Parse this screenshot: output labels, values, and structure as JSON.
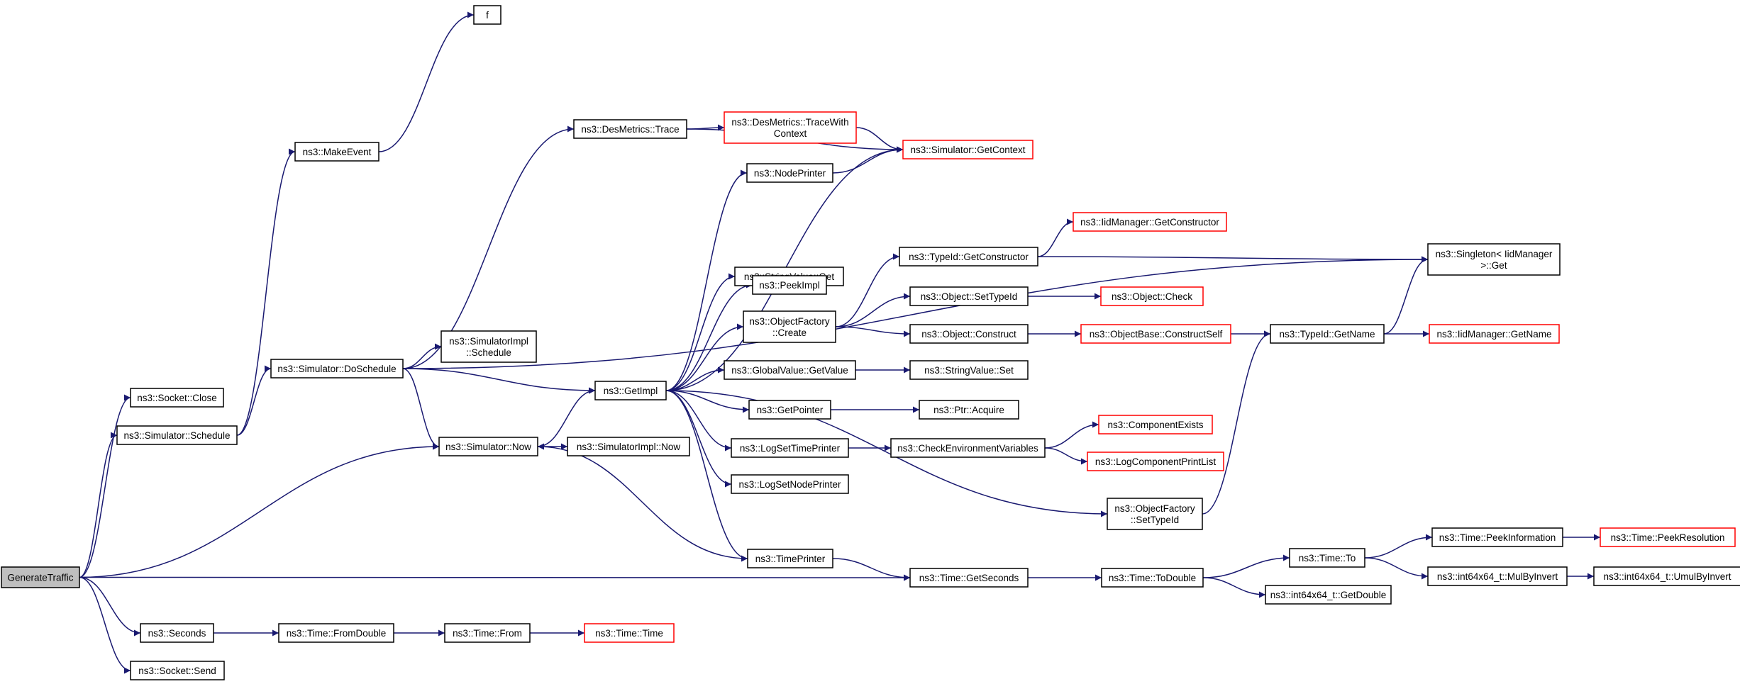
{
  "colors": {
    "edge": "#191970",
    "red_border": "#ff0000",
    "root_fill": "#bfbfbf"
  },
  "nodes": {
    "generatetraffic": {
      "lines": [
        "GenerateTraffic"
      ],
      "style": "root"
    },
    "socket_close": {
      "lines": [
        "ns3::Socket::Close"
      ],
      "style": "normal"
    },
    "sim_schedule": {
      "lines": [
        "ns3::Simulator::Schedule"
      ],
      "style": "normal"
    },
    "seconds": {
      "lines": [
        "ns3::Seconds"
      ],
      "style": "normal"
    },
    "socket_send": {
      "lines": [
        "ns3::Socket::Send"
      ],
      "style": "normal"
    },
    "makeevent": {
      "lines": [
        "ns3::MakeEvent"
      ],
      "style": "normal"
    },
    "f": {
      "lines": [
        "f"
      ],
      "style": "normal"
    },
    "doschedule": {
      "lines": [
        "ns3::Simulator::DoSchedule"
      ],
      "style": "normal"
    },
    "simimpl_schedule": {
      "lines": [
        "ns3::SimulatorImpl",
        "::Schedule"
      ],
      "style": "normal"
    },
    "sim_now": {
      "lines": [
        "ns3::Simulator::Now"
      ],
      "style": "normal"
    },
    "simimpl_now": {
      "lines": [
        "ns3::SimulatorImpl::Now"
      ],
      "style": "normal"
    },
    "desmetrics_trace": {
      "lines": [
        "ns3::DesMetrics::Trace"
      ],
      "style": "normal"
    },
    "tracewithcontext": {
      "lines": [
        "ns3::DesMetrics::TraceWith",
        "Context"
      ],
      "style": "red"
    },
    "getcontext": {
      "lines": [
        "ns3::Simulator::GetContext"
      ],
      "style": "red"
    },
    "nodeprinter": {
      "lines": [
        "ns3::NodePrinter"
      ],
      "style": "normal"
    },
    "getimpl": {
      "lines": [
        "ns3::GetImpl"
      ],
      "style": "normal"
    },
    "stringvalue_get": {
      "lines": [
        "ns3::StringValue::Get"
      ],
      "style": "normal"
    },
    "peekimpl": {
      "lines": [
        "ns3::PeekImpl"
      ],
      "style": "normal"
    },
    "objfactory_create": {
      "lines": [
        "ns3::ObjectFactory",
        "::Create"
      ],
      "style": "normal"
    },
    "globalvalue_getvalue": {
      "lines": [
        "ns3::GlobalValue::GetValue"
      ],
      "style": "normal"
    },
    "getpointer": {
      "lines": [
        "ns3::GetPointer"
      ],
      "style": "normal"
    },
    "logsettimeprinter": {
      "lines": [
        "ns3::LogSetTimePrinter"
      ],
      "style": "normal"
    },
    "logsetnodeprinter": {
      "lines": [
        "ns3::LogSetNodePrinter"
      ],
      "style": "normal"
    },
    "timeprinter": {
      "lines": [
        "ns3::TimePrinter"
      ],
      "style": "normal"
    },
    "typeid_getconstructor": {
      "lines": [
        "ns3::TypeId::GetConstructor"
      ],
      "style": "normal"
    },
    "iidmanager_getconstructor": {
      "lines": [
        "ns3::IidManager::GetConstructor"
      ],
      "style": "red"
    },
    "object_settypeid": {
      "lines": [
        "ns3::Object::SetTypeId"
      ],
      "style": "normal"
    },
    "object_check": {
      "lines": [
        "ns3::Object::Check"
      ],
      "style": "red"
    },
    "object_construct": {
      "lines": [
        "ns3::Object::Construct"
      ],
      "style": "normal"
    },
    "constructself": {
      "lines": [
        "ns3::ObjectBase::ConstructSelf"
      ],
      "style": "red"
    },
    "typeid_getname": {
      "lines": [
        "ns3::TypeId::GetName"
      ],
      "style": "normal"
    },
    "iidmanager_getname": {
      "lines": [
        "ns3::IidManager::GetName"
      ],
      "style": "red"
    },
    "singleton_get": {
      "lines": [
        "ns3::Singleton< IidManager",
        ">::Get"
      ],
      "style": "normal"
    },
    "stringvalue_set": {
      "lines": [
        "ns3::StringValue::Set"
      ],
      "style": "normal"
    },
    "ptr_acquire": {
      "lines": [
        "ns3::Ptr::Acquire"
      ],
      "style": "normal"
    },
    "checkenv": {
      "lines": [
        "ns3::CheckEnvironmentVariables"
      ],
      "style": "normal"
    },
    "componentexists": {
      "lines": [
        "ns3::ComponentExists"
      ],
      "style": "red"
    },
    "logcomponentprintlist": {
      "lines": [
        "ns3::LogComponentPrintList"
      ],
      "style": "red"
    },
    "objfactory_settypeid": {
      "lines": [
        "ns3::ObjectFactory",
        "::SetTypeId"
      ],
      "style": "normal"
    },
    "time_getseconds": {
      "lines": [
        "ns3::Time::GetSeconds"
      ],
      "style": "normal"
    },
    "time_todouble": {
      "lines": [
        "ns3::Time::ToDouble"
      ],
      "style": "normal"
    },
    "time_to": {
      "lines": [
        "ns3::Time::To"
      ],
      "style": "normal"
    },
    "int64_getdouble": {
      "lines": [
        "ns3::int64x64_t::GetDouble"
      ],
      "style": "normal"
    },
    "peekinformation": {
      "lines": [
        "ns3::Time::PeekInformation"
      ],
      "style": "normal"
    },
    "peekresolution": {
      "lines": [
        "ns3::Time::PeekResolution"
      ],
      "style": "red"
    },
    "mulbyinvert": {
      "lines": [
        "ns3::int64x64_t::MulByInvert"
      ],
      "style": "normal"
    },
    "umulbyinvert": {
      "lines": [
        "ns3::int64x64_t::UmulByInvert"
      ],
      "style": "normal"
    },
    "time_fromdouble": {
      "lines": [
        "ns3::Time::FromDouble"
      ],
      "style": "normal"
    },
    "time_from": {
      "lines": [
        "ns3::Time::From"
      ],
      "style": "normal"
    },
    "time_time": {
      "lines": [
        "ns3::Time::Time"
      ],
      "style": "red"
    }
  },
  "edges": [
    [
      "generatetraffic",
      "socket_close"
    ],
    [
      "generatetraffic",
      "sim_schedule"
    ],
    [
      "generatetraffic",
      "sim_now"
    ],
    [
      "generatetraffic",
      "time_getseconds"
    ],
    [
      "generatetraffic",
      "seconds"
    ],
    [
      "generatetraffic",
      "socket_send"
    ],
    [
      "sim_schedule",
      "makeevent"
    ],
    [
      "sim_schedule",
      "doschedule"
    ],
    [
      "makeevent",
      "f"
    ],
    [
      "doschedule",
      "simimpl_schedule"
    ],
    [
      "doschedule",
      "sim_now"
    ],
    [
      "doschedule",
      "getimpl"
    ],
    [
      "doschedule",
      "desmetrics_trace"
    ],
    [
      "doschedule",
      "singleton_get"
    ],
    [
      "sim_now",
      "simimpl_now"
    ],
    [
      "sim_now",
      "getimpl"
    ],
    [
      "desmetrics_trace",
      "tracewithcontext"
    ],
    [
      "desmetrics_trace",
      "getcontext"
    ],
    [
      "tracewithcontext",
      "getcontext"
    ],
    [
      "nodeprinter",
      "getcontext"
    ],
    [
      "getimpl",
      "getcontext"
    ],
    [
      "getimpl",
      "nodeprinter"
    ],
    [
      "getimpl",
      "stringvalue_get"
    ],
    [
      "getimpl",
      "peekimpl"
    ],
    [
      "getimpl",
      "objfactory_create"
    ],
    [
      "getimpl",
      "globalvalue_getvalue"
    ],
    [
      "getimpl",
      "getpointer"
    ],
    [
      "getimpl",
      "logsettimeprinter"
    ],
    [
      "getimpl",
      "logsetnodeprinter"
    ],
    [
      "getimpl",
      "timeprinter"
    ],
    [
      "getimpl",
      "objfactory_settypeid"
    ],
    [
      "timeprinter",
      "sim_now"
    ],
    [
      "timeprinter",
      "time_getseconds"
    ],
    [
      "objfactory_create",
      "typeid_getconstructor"
    ],
    [
      "objfactory_create",
      "object_settypeid"
    ],
    [
      "objfactory_create",
      "object_construct"
    ],
    [
      "typeid_getconstructor",
      "iidmanager_getconstructor"
    ],
    [
      "typeid_getconstructor",
      "singleton_get"
    ],
    [
      "object_settypeid",
      "object_check"
    ],
    [
      "object_construct",
      "constructself"
    ],
    [
      "constructself",
      "typeid_getname"
    ],
    [
      "typeid_getname",
      "singleton_get"
    ],
    [
      "typeid_getname",
      "iidmanager_getname"
    ],
    [
      "objfactory_settypeid",
      "typeid_getname"
    ],
    [
      "globalvalue_getvalue",
      "stringvalue_set"
    ],
    [
      "getpointer",
      "ptr_acquire"
    ],
    [
      "logsettimeprinter",
      "checkenv"
    ],
    [
      "checkenv",
      "componentexists"
    ],
    [
      "checkenv",
      "logcomponentprintlist"
    ],
    [
      "time_getseconds",
      "time_todouble"
    ],
    [
      "time_todouble",
      "time_to"
    ],
    [
      "time_todouble",
      "int64_getdouble"
    ],
    [
      "time_to",
      "peekinformation"
    ],
    [
      "time_to",
      "mulbyinvert"
    ],
    [
      "peekinformation",
      "peekresolution"
    ],
    [
      "mulbyinvert",
      "umulbyinvert"
    ],
    [
      "seconds",
      "time_fromdouble"
    ],
    [
      "time_fromdouble",
      "time_from"
    ],
    [
      "time_from",
      "time_time"
    ]
  ]
}
